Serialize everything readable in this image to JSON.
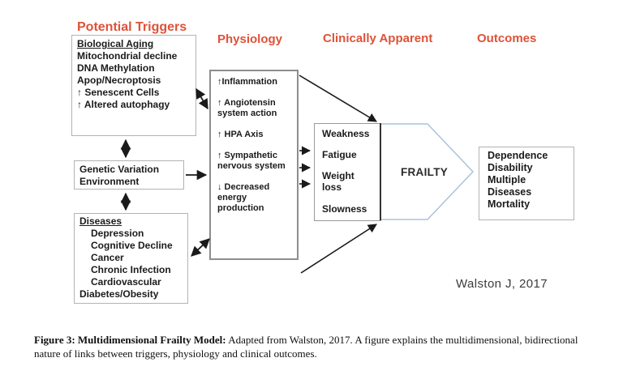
{
  "figure": {
    "headers": {
      "triggers": "Potential Triggers",
      "physiology": "Physiology",
      "clinical": "Clinically Apparent",
      "outcomes": "Outcomes"
    },
    "triggers_box": {
      "title": "Biological Aging",
      "items": [
        "Mitochondrial decline",
        "DNA Methylation",
        "Apop/Necroptosis",
        "↑ Senescent Cells",
        "↑ Altered autophagy"
      ]
    },
    "genetic_box": {
      "line1": "Genetic Variation",
      "line2": "Environment"
    },
    "diseases_box": {
      "title": "Diseases",
      "items": [
        "Depression",
        "Cognitive Decline",
        "Cancer",
        "Chronic Infection",
        "Cardiovascular"
      ],
      "footer": "Diabetes/Obesity"
    },
    "physiology_box": {
      "items": [
        "↑Inflammation",
        "↑ Angiotensin\nsystem action",
        "↑ HPA Axis",
        "↑ Sympathetic\nnervous system",
        "↓ Decreased\nenergy\nproduction"
      ]
    },
    "clinical_box": {
      "items": [
        "Weakness",
        "Fatigue",
        "Weight\nloss",
        "Slowness"
      ]
    },
    "frailty_label": "FRAILTY",
    "outcomes_box": {
      "items": [
        "Dependence",
        "Disability",
        "Multiple",
        "Diseases",
        "Mortality"
      ]
    },
    "attribution": "Walston J, 2017",
    "colors": {
      "accent": "#DE5238",
      "frailty_outline": "#A9C3DC",
      "arrow": "#1a1a1a"
    }
  },
  "caption": {
    "label": "Figure 3: Multidimensional Frailty Model:",
    "text": "Adapted from Walston, 2017. A figure explains the multidimensional, bidirectional nature of links between triggers, physiology and clinical outcomes."
  }
}
